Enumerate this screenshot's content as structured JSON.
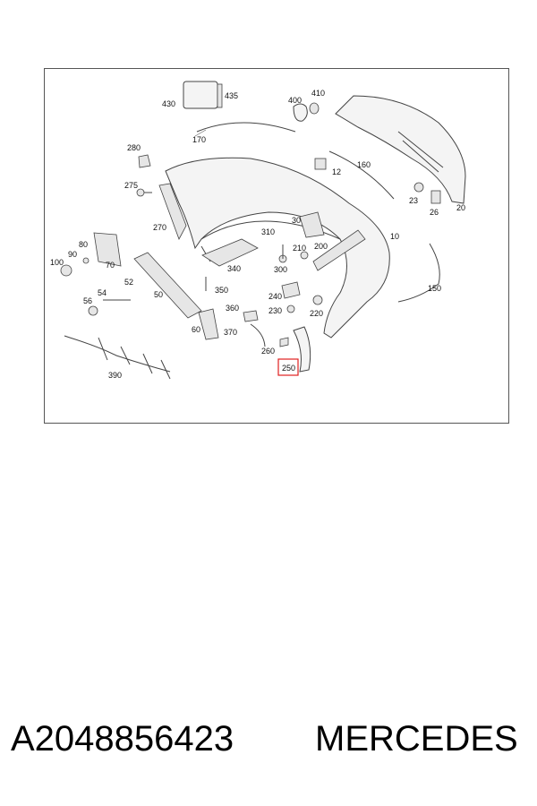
{
  "diagram": {
    "labels": {
      "l430": "430",
      "l435": "435",
      "l400": "400",
      "l410": "410",
      "l170": "170",
      "l280": "280",
      "l12": "12",
      "l160": "160",
      "l275": "275",
      "l23": "23",
      "l26": "26",
      "l20": "20",
      "l270": "270",
      "l30": "30",
      "l310": "310",
      "l210": "210",
      "l200": "200",
      "l10": "10",
      "l80": "80",
      "l90": "90",
      "l70": "70",
      "l100": "100",
      "l340": "340",
      "l300": "300",
      "l52": "52",
      "l350": "350",
      "l54": "54",
      "l50": "50",
      "l56": "56",
      "l150": "150",
      "l240": "240",
      "l360": "360",
      "l230": "230",
      "l220": "220",
      "l60": "60",
      "l370": "370",
      "l260": "260",
      "l390": "390",
      "l250": "250"
    },
    "highlighted_label": "250",
    "highlight_color": "#e02020"
  },
  "footer": {
    "part_number": "A2048856423",
    "brand": "MERCEDES"
  }
}
